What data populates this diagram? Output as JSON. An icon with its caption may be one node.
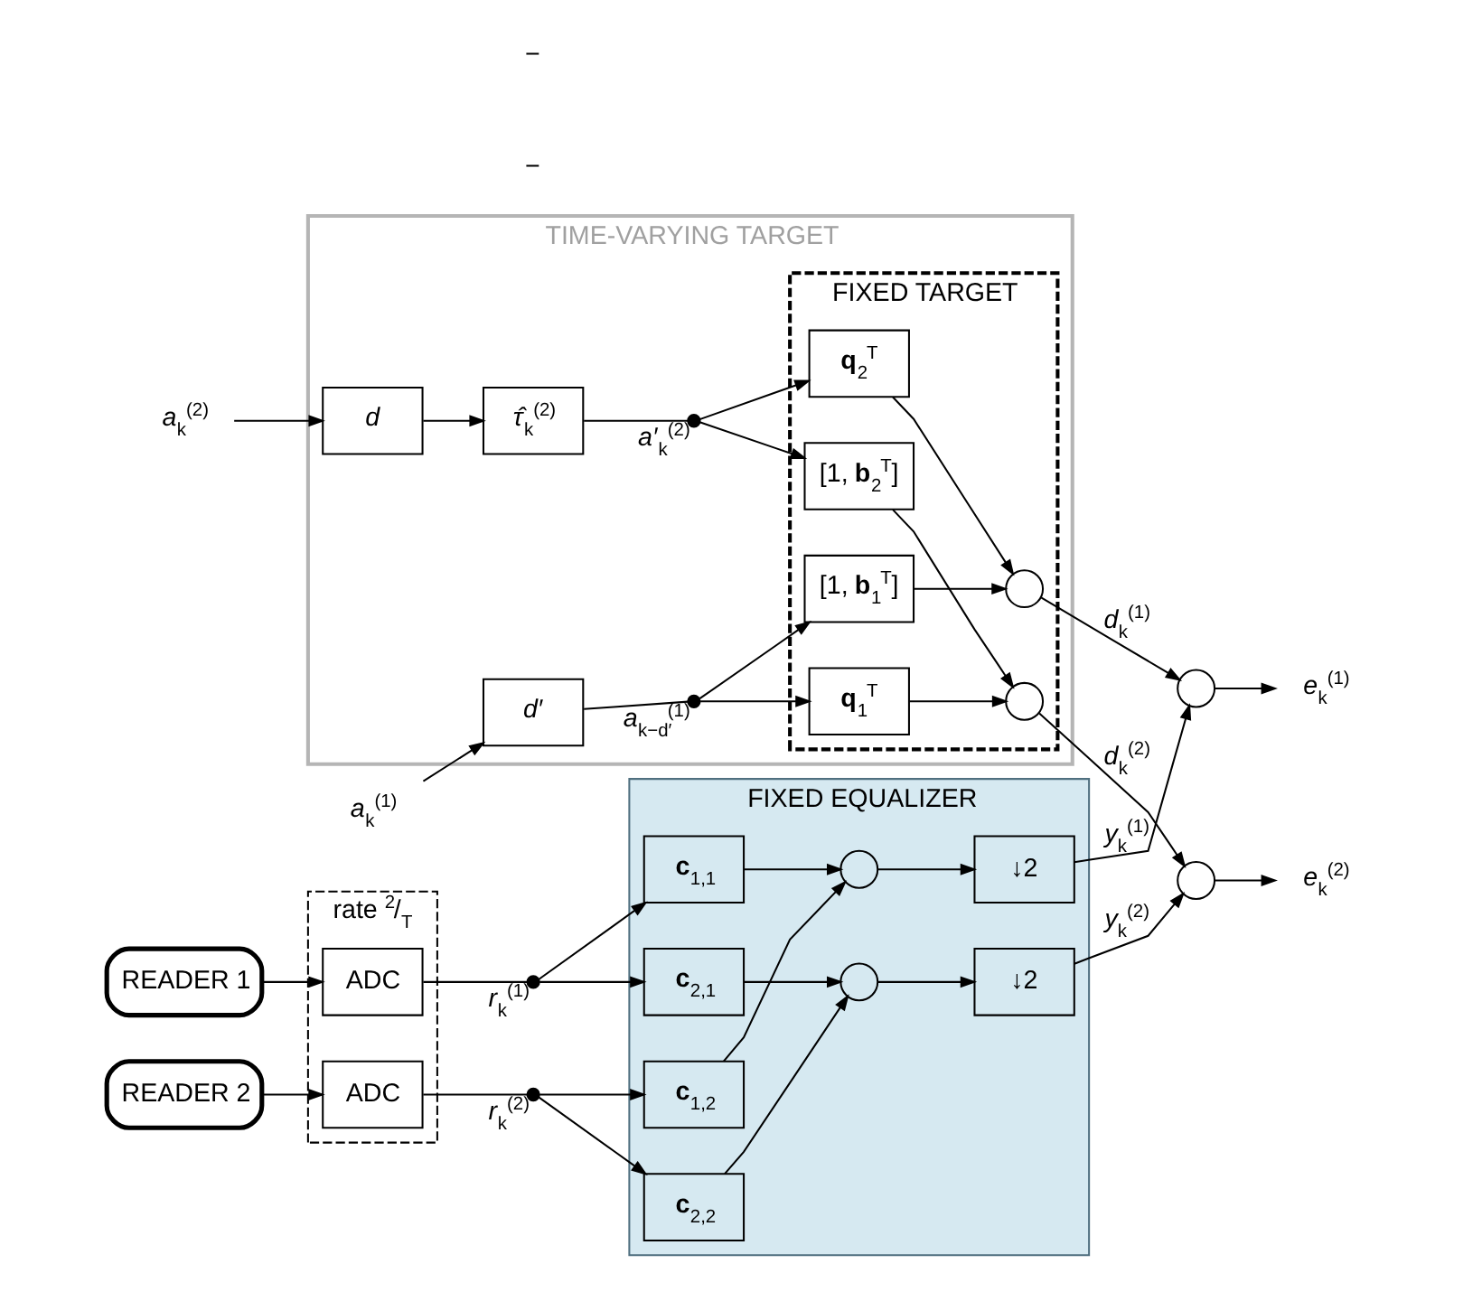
{
  "diagram": {
    "nodes": [
      {
        "text": [
          "READER 1"
        ]
      },
      {
        "text": [
          "READER 2"
        ]
      },
      {
        "text": [
          "rate $^{2}$/$_{T}$"
        ]
      },
      {
        "text": [
          "ADC"
        ],
        "in": 2
      },
      {
        "text": [
          "ADC"
        ],
        "in": 2
      },
      {
        "text": [],
        "shape": "circle",
        "beside": [
          "*r*$_{k}$$^{(1)}$"
        ]
      },
      {
        "text": [],
        "shape": "circle",
        "beside": [
          "*r*$_{k}$$^{(2)}$"
        ]
      },
      {
        "text": [
          "FIXED EQUALIZER"
        ]
      },
      {
        "text": [
          "**c**$_{1,1}$"
        ],
        "in": 7
      },
      {
        "text": [
          "**c**$_{1,2}$"
        ],
        "in": 7
      },
      {
        "text": [
          "**c**$_{2,1}$"
        ],
        "in": 7
      },
      {
        "text": [
          "**c**$_{2,2}$"
        ],
        "in": 7
      },
      {
        "text": [],
        "shape": "circle",
        "in": 7
      },
      {
        "text": [],
        "shape": "circle",
        "in": 7
      },
      {
        "text": [
          "↓2"
        ],
        "in": 7
      },
      {
        "text": [
          "↓2"
        ],
        "in": 7
      },
      {
        "text": [],
        "shape": "circle"
      },
      {
        "text": [
          "*e*$_{k}$$^{(1)}$"
        ]
      },
      {
        "text": [],
        "shape": "circle"
      },
      {
        "text": [
          "*e*$_{k}$$^{(2)}$"
        ]
      },
      {
        "text": [
          "TIME-VARYING TARGET"
        ]
      },
      {
        "text": [
          "*a*$_{k}$$^{(1)}$"
        ]
      },
      {
        "text": [
          "*a*$_{k}$$^{(2)}$"
        ]
      },
      {
        "text": [
          "*d′*"
        ],
        "in": 20
      },
      {
        "text": [
          "*d*"
        ],
        "in": 20
      },
      {
        "text": [
          "*τ̂*$_{k}$$^{(2)}$"
        ],
        "in": 20
      },
      {
        "text": [],
        "shape": "circle",
        "in": 20,
        "beside": [
          "*a*$_{k−d′}$$^{(1)}$"
        ]
      },
      {
        "text": [],
        "shape": "circle",
        "in": 20,
        "beside": [
          "*a′*$_{k}$$^{(2)}$"
        ]
      },
      {
        "text": [
          "FIXED TARGET"
        ],
        "in": 20
      },
      {
        "text": [
          "[1, **b**$_{1}$$^{T}$]"
        ],
        "in": 28
      },
      {
        "text": [
          "**q**$_{2}$$^{T}$"
        ],
        "in": 28
      },
      {
        "text": [
          "**q**$_{1}$$^{T}$"
        ],
        "in": 28
      },
      {
        "text": [
          "[1, **b**$_{2}$$^{T}$]"
        ],
        "in": 28
      },
      {
        "text": [],
        "shape": "circle",
        "in": 28
      },
      {
        "text": [],
        "shape": "circle",
        "in": 28
      }
    ],
    "edges": [
      {
        "from": 0,
        "to": 3,
        "arrow": "to"
      },
      {
        "from": 1,
        "to": 4,
        "arrow": "to"
      },
      {
        "from": 3,
        "to": 5,
        "arrow": "none"
      },
      {
        "from": 4,
        "to": 6,
        "arrow": "none"
      },
      {
        "from": 5,
        "to": 8,
        "arrow": "to"
      },
      {
        "from": 5,
        "to": 10,
        "arrow": "to"
      },
      {
        "from": 6,
        "to": 9,
        "arrow": "to"
      },
      {
        "from": 6,
        "to": 11,
        "arrow": "to"
      },
      {
        "from": 8,
        "to": 12,
        "arrow": "to"
      },
      {
        "from": 9,
        "to": 12,
        "arrow": "to"
      },
      {
        "from": 10,
        "to": 13,
        "arrow": "to"
      },
      {
        "from": 11,
        "to": 13,
        "arrow": "to"
      },
      {
        "from": 12,
        "to": 14,
        "arrow": "to"
      },
      {
        "from": 13,
        "to": 15,
        "arrow": "to"
      },
      {
        "from": 14,
        "to": 16,
        "arrow": "to",
        "label": "*y*$_{k}$$^{(1)}$"
      },
      {
        "from": 15,
        "to": 18,
        "arrow": "to",
        "label": "*y*$_{k}$$^{(2)}$"
      },
      {
        "from": 16,
        "to": 17,
        "arrow": "to"
      },
      {
        "from": 18,
        "to": 19,
        "arrow": "to"
      },
      {
        "from": 33,
        "to": 16,
        "arrow": "to",
        "label": "*d*$_{k}$$^{(1)}$"
      },
      {
        "from": 34,
        "to": 18,
        "arrow": "to",
        "label": "*d*$_{k}$$^{(2)}$"
      },
      {
        "from": 21,
        "to": 23,
        "arrow": "to"
      },
      {
        "from": 22,
        "to": 24,
        "arrow": "to"
      },
      {
        "from": 23,
        "to": 26,
        "arrow": "none"
      },
      {
        "from": 24,
        "to": 25,
        "arrow": "to"
      },
      {
        "from": 25,
        "to": 27,
        "arrow": "none"
      },
      {
        "from": 26,
        "to": 29,
        "arrow": "to"
      },
      {
        "from": 26,
        "to": 31,
        "arrow": "to"
      },
      {
        "from": 27,
        "to": 30,
        "arrow": "to"
      },
      {
        "from": 27,
        "to": 32,
        "arrow": "to"
      },
      {
        "from": 29,
        "to": 33,
        "arrow": "to"
      },
      {
        "from": 30,
        "to": 33,
        "arrow": "to"
      },
      {
        "from": 31,
        "to": 34,
        "arrow": "to"
      },
      {
        "from": 32,
        "to": 34,
        "arrow": "to"
      }
    ],
    "labels": [
      "−",
      "−"
    ]
  }
}
